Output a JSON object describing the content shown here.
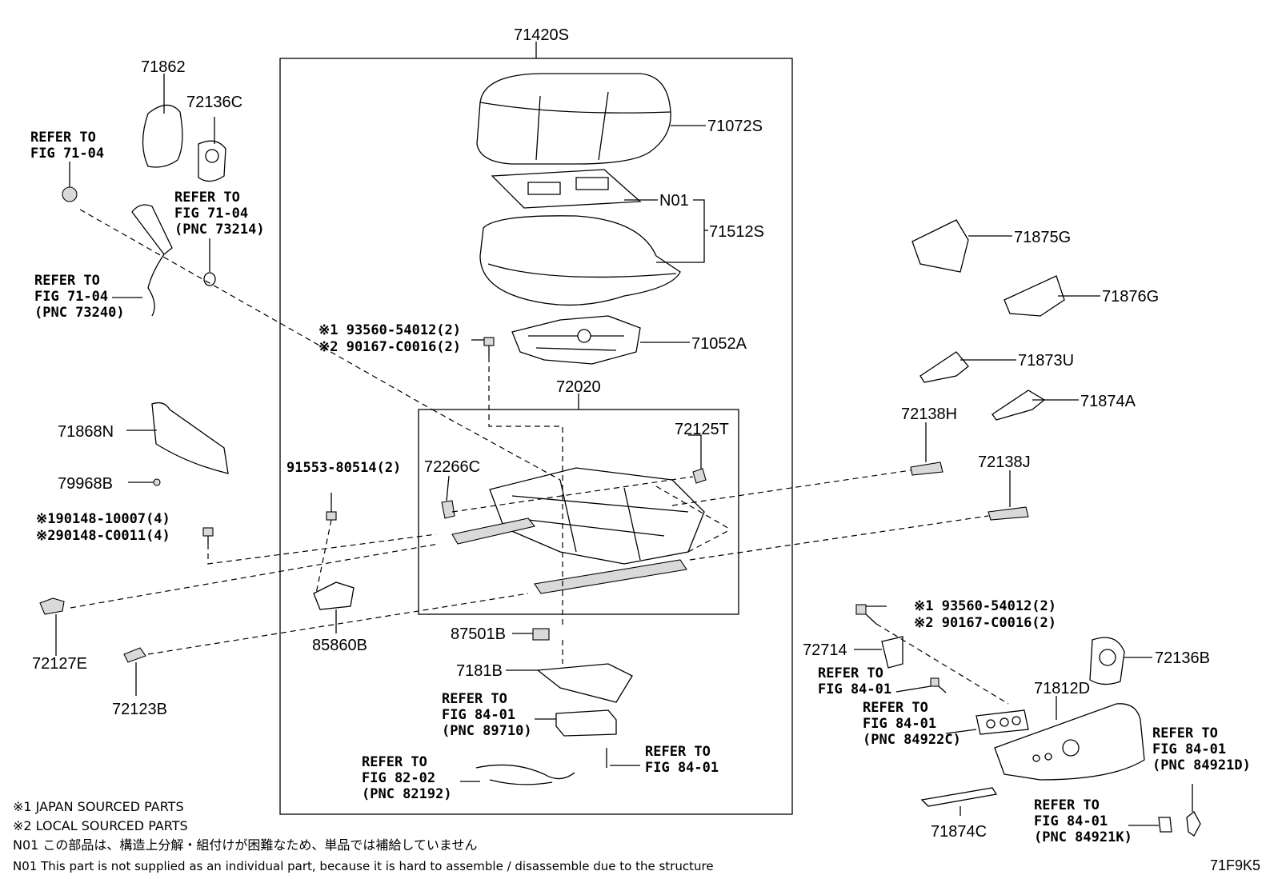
{
  "labels": {
    "p71420S": "71420S",
    "p71862": "71862",
    "p72136C": "72136C",
    "p71072S": "71072S",
    "pN01": "N01",
    "p71512S": "71512S",
    "p71052A": "71052A",
    "p72020": "72020",
    "p72125T": "72125T",
    "p72266C": "72266C",
    "p71875G": "71875G",
    "p71876G": "71876G",
    "p71873U": "71873U",
    "p71874A": "71874A",
    "p72138H": "72138H",
    "p72138J": "72138J",
    "p71868N": "71868N",
    "p79968B": "79968B",
    "p72127E": "72127E",
    "p72123B": "72123B",
    "p85860B": "85860B",
    "p87501B": "87501B",
    "p7181B": "7181B",
    "p72714": "72714",
    "p72136B": "72136B",
    "p71812D": "71812D",
    "p71874C": "71874C",
    "bolt1a": "※1 93560-54012(2)",
    "bolt1b": "※2 90167-C0016(2)",
    "bolt2": "91553-80514(2)",
    "bolt3a": "※190148-10007(4)",
    "bolt3b": "※290148-C0011(4)",
    "bolt4a": "※1 93560-54012(2)",
    "bolt4b": "※2 90167-C0016(2)"
  },
  "refs": {
    "r1a": "REFER TO",
    "r1b": "FIG 71-04",
    "r2a": "REFER TO",
    "r2b": "FIG 71-04",
    "r2c": "(PNC 73214)",
    "r3a": "REFER TO",
    "r3b": "FIG 71-04",
    "r3c": "(PNC 73240)",
    "r4a": "REFER TO",
    "r4b": "FIG 84-01",
    "r4c": "(PNC 89710)",
    "r5a": "REFER TO",
    "r5b": "FIG 84-01",
    "r6a": "REFER TO",
    "r6b": "FIG 82-02",
    "r6c": "(PNC 82192)",
    "r7a": "REFER TO",
    "r7b": "FIG 84-01",
    "r8a": "REFER TO",
    "r8b": "FIG 84-01",
    "r8c": "(PNC 84922C)",
    "r9a": "REFER TO",
    "r9b": "FIG 84-01",
    "r9c": "(PNC 84921D)",
    "r10a": "REFER TO",
    "r10b": "FIG 84-01",
    "r10c": "(PNC 84921K)"
  },
  "notes": {
    "n1": "※1 JAPAN SOURCED PARTS",
    "n2": "※2 LOCAL SOURCED PARTS",
    "n3": "N01 この部品は、構造上分解・組付けが困難なため、単品では補給していません",
    "n4": "N01 This part is not supplied as an individual part, because it is hard to assemble / disassemble due to the structure"
  },
  "figure_id": "71F9K5"
}
